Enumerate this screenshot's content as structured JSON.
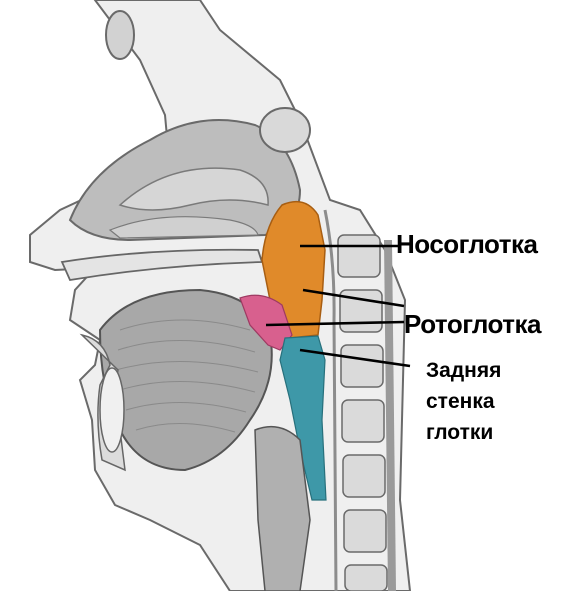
{
  "labels": {
    "nasopharynx": "Носоглотка",
    "oropharynx": "Ротоглотка",
    "posterior_wall": [
      "Задняя",
      "стенка",
      "глотки"
    ]
  },
  "colors": {
    "nasopharynx": "#E08A2A",
    "oropharynx": "#D8608E",
    "posterior_wall": "#3E98A8",
    "tissue": "#C9C9C9",
    "bone": "#E6E6E6",
    "outline": "#5A5A5A"
  }
}
